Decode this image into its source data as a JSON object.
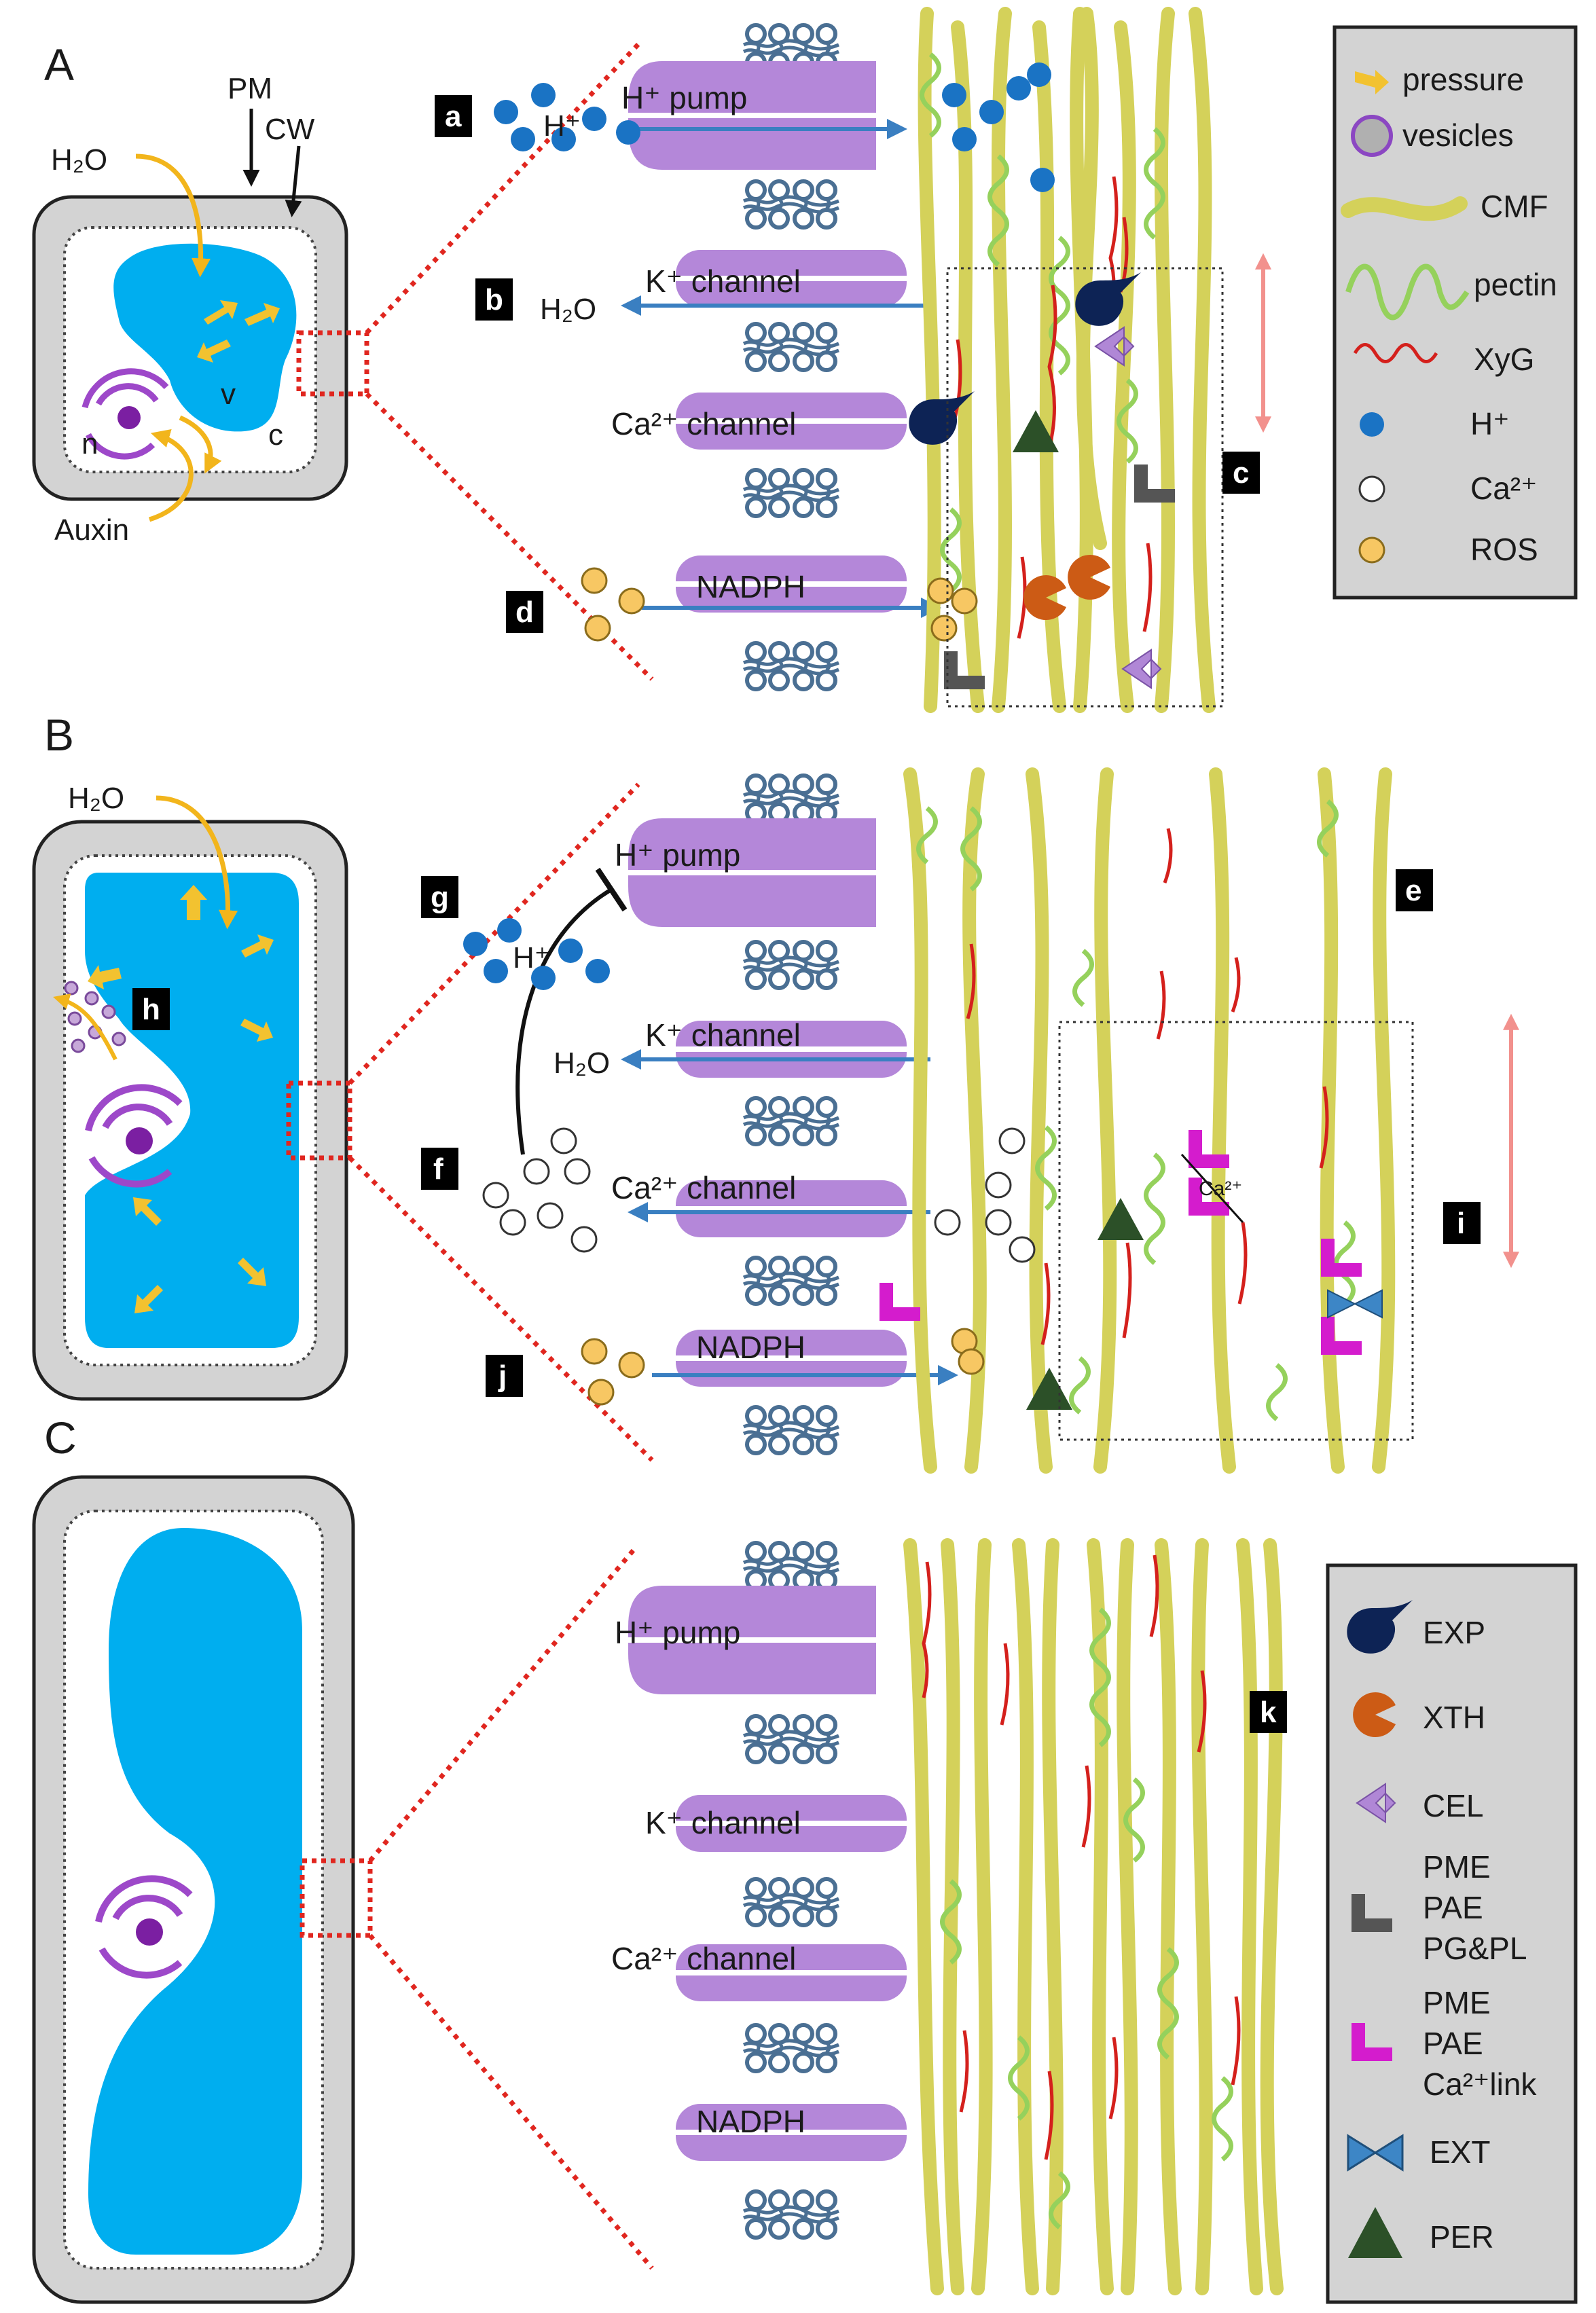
{
  "panels": {
    "A": {
      "label": "A",
      "cell": {
        "pm": "PM",
        "cw": "CW",
        "water": "H₂O",
        "v": "v",
        "n": "n",
        "c": "c",
        "auxin": "Auxin"
      },
      "membrane": {
        "pump": "H⁺ pump",
        "k": "K⁺ channel",
        "ca": "Ca²⁺ channel",
        "nadph": "NADPH"
      },
      "markers": {
        "a": "a",
        "b": "b",
        "c": "c",
        "d": "d"
      },
      "ion_labels": {
        "h": "H⁺",
        "water": "H₂O"
      }
    },
    "B": {
      "label": "B",
      "cell": {
        "water": "H₂O"
      },
      "membrane": {
        "pump": "H⁺ pump",
        "k": "K⁺ channel",
        "ca": "Ca²⁺ channel",
        "nadph": "NADPH"
      },
      "markers": {
        "e": "e",
        "f": "f",
        "g": "g",
        "h": "h",
        "i": "i",
        "j": "j"
      },
      "ion_labels": {
        "h": "H⁺",
        "water": "H₂O",
        "ca": "Ca²⁺"
      }
    },
    "C": {
      "label": "C",
      "membrane": {
        "pump": "H⁺ pump",
        "k": "K⁺ channel",
        "ca": "Ca²⁺ channel",
        "nadph": "NADPH"
      },
      "markers": {
        "k": "k"
      }
    }
  },
  "legend_top": {
    "items": [
      {
        "icon": "pressure-arrow-icon",
        "label": "pressure"
      },
      {
        "icon": "vesicle-icon",
        "label": "vesicles"
      },
      {
        "icon": "cmf-fiber-icon",
        "label": "CMF"
      },
      {
        "icon": "pectin-wave-icon",
        "label": "pectin"
      },
      {
        "icon": "xyg-line-icon",
        "label": "XyG"
      },
      {
        "icon": "proton-dot-icon",
        "label": "H⁺"
      },
      {
        "icon": "calcium-dot-icon",
        "label": "Ca²⁺"
      },
      {
        "icon": "ros-dot-icon",
        "label": "ROS"
      }
    ]
  },
  "legend_bottom": {
    "items": [
      {
        "icon": "expansin-icon",
        "label": "EXP"
      },
      {
        "icon": "xth-pacman-icon",
        "label": "XTH"
      },
      {
        "icon": "cellulase-chevron-icon",
        "label": "CEL"
      },
      {
        "icon": "pme-gray-chevron-icon",
        "lines": [
          "PME",
          "PAE",
          "PG&PL"
        ]
      },
      {
        "icon": "pme-magenta-chevron-icon",
        "lines": [
          "PME",
          "PAE",
          "Ca²⁺link"
        ]
      },
      {
        "icon": "extensin-bowtie-icon",
        "label": "EXT"
      },
      {
        "icon": "peroxidase-triangle-icon",
        "label": "PER"
      }
    ]
  },
  "colors": {
    "cytoplasm_blue": "#00aeef",
    "membrane_purple": "#b487d9",
    "lipid_blue": "#4a6f93",
    "cmf_yellow": "#d4d15a",
    "pectin_green": "#95d15c",
    "xyg_red": "#d4201c",
    "proton_blue": "#1a73c4",
    "ros_yellow": "#f7c763",
    "exp_navy": "#0d2355",
    "xth_orange": "#cc5b15",
    "cel_lilac": "#b087d6",
    "pme_gray": "#555555",
    "pme_magenta": "#d41ccd",
    "ext_blue": "#3d86c6",
    "per_green": "#2c5028",
    "pressure_yellow": "#f2c230",
    "zoom_red": "#e0261f",
    "range_pink": "#f2918d",
    "cell_wall_gray": "#d3d3d3"
  }
}
